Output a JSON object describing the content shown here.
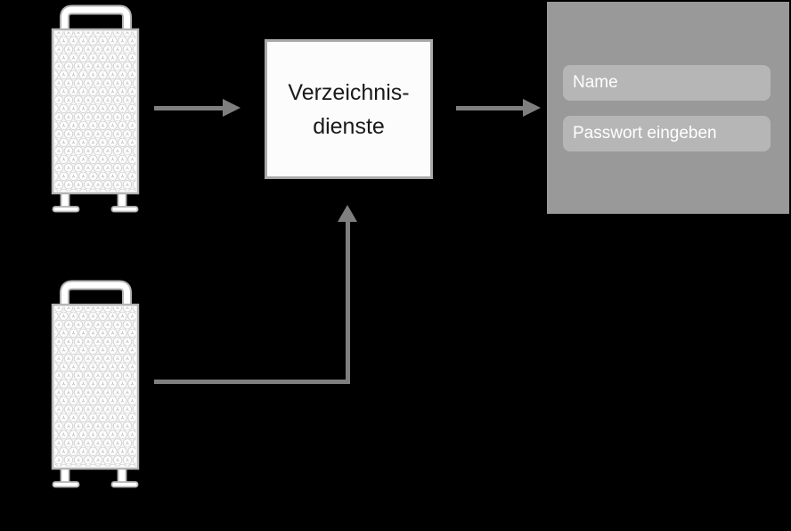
{
  "canvas": {
    "background": "#000000"
  },
  "colors": {
    "arrow": "#7f7f7f",
    "panel_background": "#999999",
    "field_background": "#b6b6b6",
    "field_text": "#ffffff",
    "box_background": "#fcfcfc",
    "box_border": "#a9a9a9",
    "box_text": "#1a1a1a"
  },
  "servers": [
    {
      "icon": "mac-pro-tower-icon"
    },
    {
      "icon": "mac-pro-tower-icon"
    }
  ],
  "directory_box": {
    "lines": [
      "Verzeichnis-",
      "dienste"
    ]
  },
  "login_panel": {
    "fields": [
      {
        "label": "Name"
      },
      {
        "label": "Passwort eingeben"
      }
    ]
  }
}
